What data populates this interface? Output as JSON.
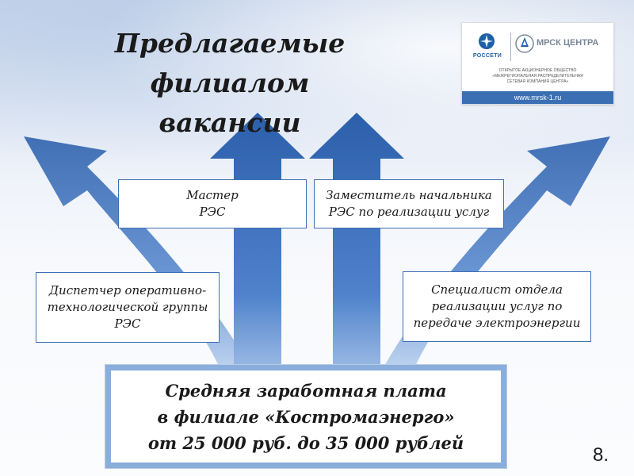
{
  "slide": {
    "title": [
      "Предлагаемые филиалом",
      "вакансии"
    ],
    "page_number": "8."
  },
  "logo": {
    "rosseti": "РОССЕТИ",
    "mrsk": "МРСК ЦЕНТРА",
    "description": [
      "ОТКРЫТОЕ АКЦИОНЕРНОЕ ОБЩЕСТВО",
      "«МЕЖРЕГИОНАЛЬНАЯ РАСПРЕДЕЛИТЕЛЬНАЯ",
      "СЕТЕВАЯ КОМПАНИЯ ЦЕНТРА»"
    ],
    "url": "www.mrsk-1.ru"
  },
  "vacancies": {
    "master": [
      "Мастер",
      "РЭС"
    ],
    "deputy": [
      "Заместитель начальника",
      "РЭС по реализации услуг"
    ],
    "dispatcher": [
      "Диспетчер оперативно-",
      "технологической группы",
      "РЭС"
    ],
    "specialist": [
      "Специалист отдела",
      "реализации услуг по",
      "передаче электроэнергии"
    ]
  },
  "salary": [
    "Средняя заработная плата",
    "в филиале  «Костромаэнерго»",
    "от 25 000 руб. до 35 000 рублей"
  ],
  "colors": {
    "arrow": "#3d6fb4",
    "salary_border": "#8aaedc",
    "url_bar": "#3a6fb3"
  }
}
